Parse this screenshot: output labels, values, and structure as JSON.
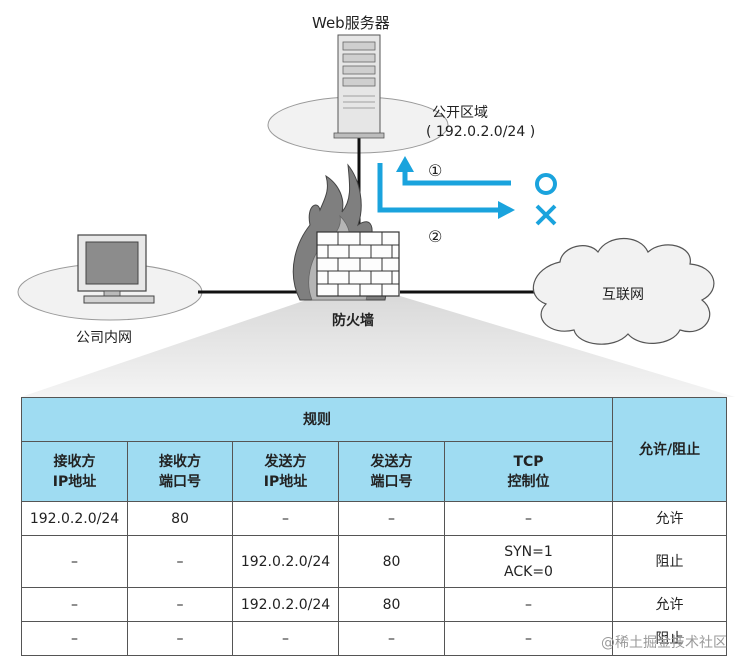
{
  "diagram": {
    "web_server_label": "Web服务器",
    "public_zone_label": "公开区域",
    "public_zone_subnet": "( 192.0.2.0/24 )",
    "arrow1_label": "①",
    "arrow2_label": "②",
    "internet_label": "互联网",
    "intranet_label": "公司内网",
    "firewall_label": "防火墙",
    "allow_mark": "○",
    "deny_mark": "×",
    "colors": {
      "arrow": "#1aa3dd",
      "ellipse_fill": "#f2f2f2",
      "wire": "#111111"
    }
  },
  "table": {
    "rules_header": "规则",
    "action_header": "允许/阻止",
    "columns": [
      {
        "line1": "接收方",
        "line2": "IP地址"
      },
      {
        "line1": "接收方",
        "line2": "端口号"
      },
      {
        "line1": "发送方",
        "line2": "IP地址"
      },
      {
        "line1": "发送方",
        "line2": "端口号"
      },
      {
        "line1": "TCP",
        "line2": "控制位"
      }
    ],
    "rows": [
      {
        "cells": [
          "192.0.2.0/24",
          "80",
          "–",
          "–",
          "–"
        ],
        "tcp_line2": "",
        "action": "允许"
      },
      {
        "cells": [
          "–",
          "–",
          "192.0.2.0/24",
          "80",
          "SYN=1"
        ],
        "tcp_line2": "ACK=0",
        "action": "阻止"
      },
      {
        "cells": [
          "–",
          "–",
          "192.0.2.0/24",
          "80",
          "–"
        ],
        "tcp_line2": "",
        "action": "允许"
      },
      {
        "cells": [
          "–",
          "–",
          "–",
          "–",
          "–"
        ],
        "tcp_line2": "",
        "action": "阻止"
      }
    ],
    "header_color": "#9fdcf2"
  },
  "watermark": "@稀土掘金技术社区"
}
